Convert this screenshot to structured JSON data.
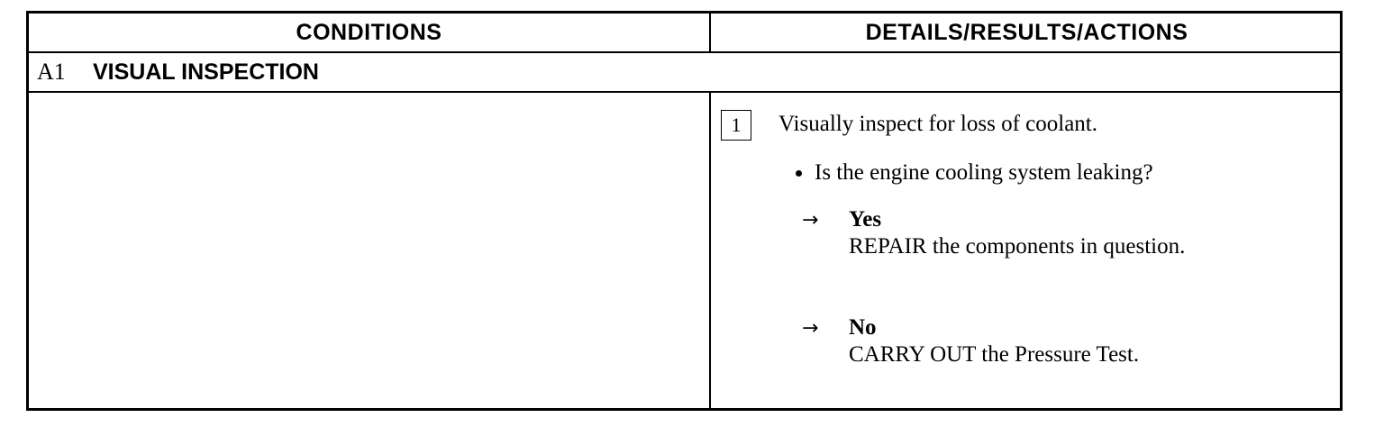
{
  "header": {
    "conditions": "CONDITIONS",
    "details": "DETAILS/RESULTS/ACTIONS"
  },
  "section": {
    "code": "A1",
    "title": "VISUAL INSPECTION"
  },
  "step": {
    "number": "1",
    "instruction": "Visually inspect for loss of coolant.",
    "question": "Is the engine cooling system leaking?",
    "answers": [
      {
        "label": "Yes",
        "action": "REPAIR the components in question."
      },
      {
        "label": "No",
        "action": "CARRY OUT the Pressure Test."
      }
    ]
  },
  "icons": {
    "answer_arrow": "right-arrow-icon",
    "question_bullet": "bullet-icon"
  }
}
